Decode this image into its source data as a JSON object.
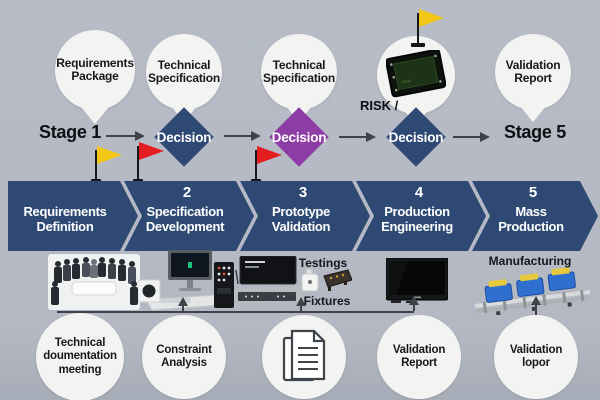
{
  "title": "Five-stage product development process diagram",
  "colors": {
    "background": "#b3b8c2",
    "chevron_navy": "#2e4a74",
    "decision_navy": "#2e4a74",
    "decision_purple": "#8e3ca6",
    "bubble_white": "#f3f3f1",
    "flag_yellow": "#f2c716",
    "flag_red": "#e41d20",
    "arrow_gray": "#3e434b"
  },
  "top_callouts": [
    {
      "label": "Requirements\nPackage"
    },
    {
      "label": "Technical\nSpecification"
    },
    {
      "label": "Technical\nSpecification"
    },
    {
      "label": "",
      "icon": "circuit-board"
    },
    {
      "label": "Validation\nReport"
    }
  ],
  "stage_row": {
    "stage1_label": "Stage 1",
    "stage5_label": "Stage 5",
    "risk_label": "RISK /",
    "decisions": [
      {
        "label": "Decision",
        "color": "#2e4a74"
      },
      {
        "label": "Decision",
        "color": "#8e3ca6"
      },
      {
        "label": "Decision",
        "color": "#2e4a74"
      }
    ]
  },
  "chevrons": [
    {
      "number": "",
      "label": "Requirements\nDefinition"
    },
    {
      "number": "2",
      "label": "Specification\nDevelopment"
    },
    {
      "number": "3",
      "label": "Prototype\nValidation"
    },
    {
      "number": "4",
      "label": "Production\nEngineering"
    },
    {
      "number": "5",
      "label": "Mass\nProduction"
    }
  ],
  "equipment_labels": {
    "testings": "Testings",
    "fixtures": "Fixtures",
    "manufacturing": "Manufacturing"
  },
  "bottom_callouts": [
    {
      "label": "Technical\ndoumentation\nmeeting"
    },
    {
      "label": "Constraint\nAnalysis"
    },
    {
      "label": "",
      "icon": "document-stack"
    },
    {
      "label": "Validation\nReport"
    },
    {
      "label": "Validation\nlopor"
    }
  ],
  "icons": {
    "band_flags": [
      "yellow-flag",
      "red-flag",
      "red-flag"
    ],
    "top_flag": "yellow-flag",
    "pcb_bubble": "circuit-board",
    "document_circle": "document-stack",
    "photos": [
      "meeting-photo",
      "workstation-photo",
      "test-station-photo",
      "test-devices-photo",
      "tv-photo",
      "production-line-photo"
    ]
  }
}
